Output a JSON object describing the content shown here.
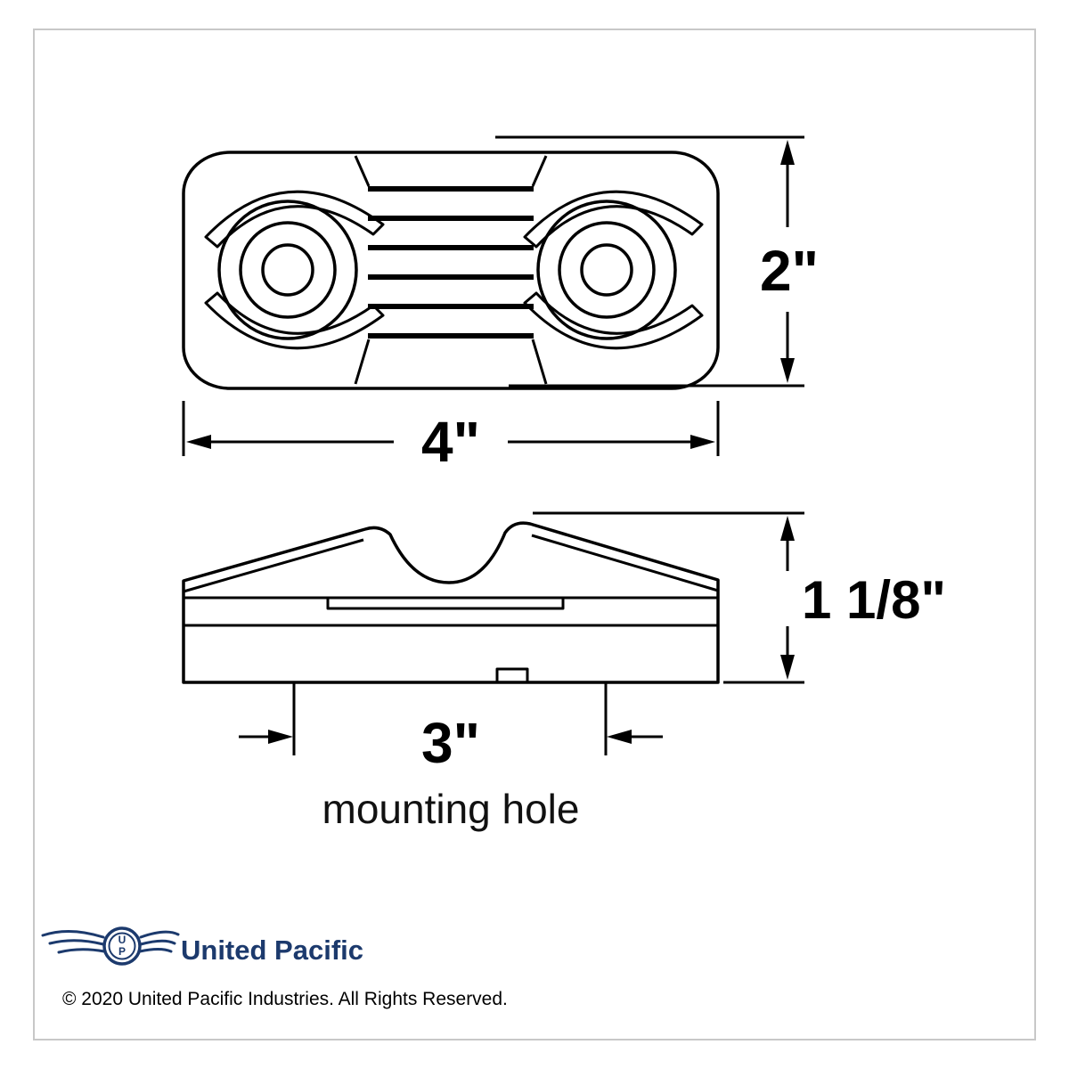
{
  "page": {
    "background": "#ffffff",
    "border_color": "#c8c8c8",
    "line_color": "#000000"
  },
  "drawing": {
    "top_view": {
      "width_label": "4\"",
      "height_label": "2\""
    },
    "side_view": {
      "height_label": "1 1/8\"",
      "mount_spacing_label": "3\"",
      "mount_caption": "mounting hole"
    }
  },
  "footer": {
    "logo": {
      "monogram_top": "U",
      "monogram_bottom": "P"
    },
    "brand": "United Pacific",
    "brand_color": "#1c3a6d",
    "copyright": "© 2020 United Pacific Industries. All Rights Reserved."
  }
}
